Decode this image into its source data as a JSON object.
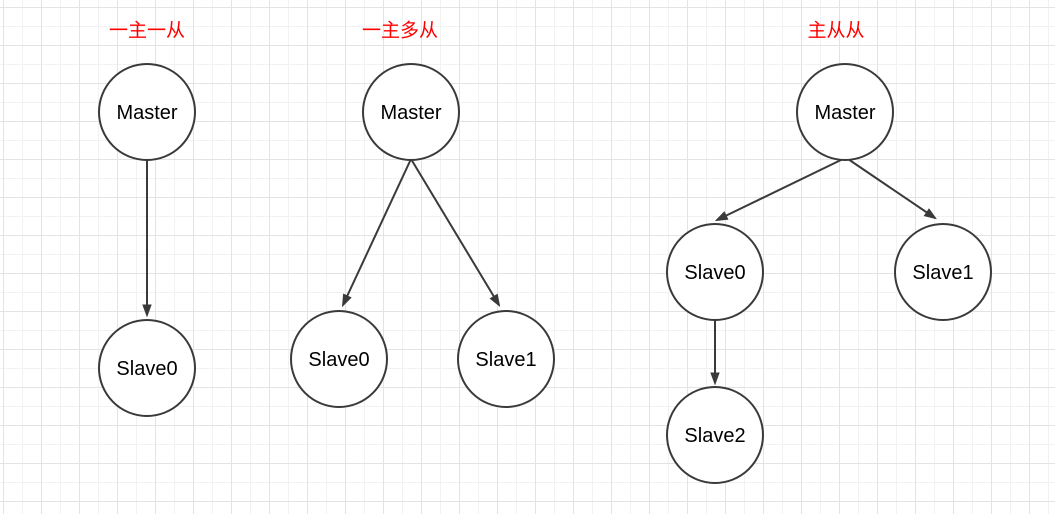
{
  "diagrams": [
    {
      "title": "一主一从",
      "nodes": [
        {
          "label": "Master"
        },
        {
          "label": "Slave0"
        }
      ]
    },
    {
      "title": "一主多从",
      "nodes": [
        {
          "label": "Master"
        },
        {
          "label": "Slave0"
        },
        {
          "label": "Slave1"
        }
      ]
    },
    {
      "title": "主从从",
      "nodes": [
        {
          "label": "Master"
        },
        {
          "label": "Slave0"
        },
        {
          "label": "Slave1"
        },
        {
          "label": "Slave2"
        }
      ]
    }
  ],
  "colors": {
    "title_text": "#ff0000",
    "node_stroke": "#3a3a3a",
    "node_fill": "#ffffff",
    "node_label": "#000000",
    "grid_minor": "#f2f2f2",
    "grid_major": "#e3e3e3",
    "background": "#ffffff"
  }
}
